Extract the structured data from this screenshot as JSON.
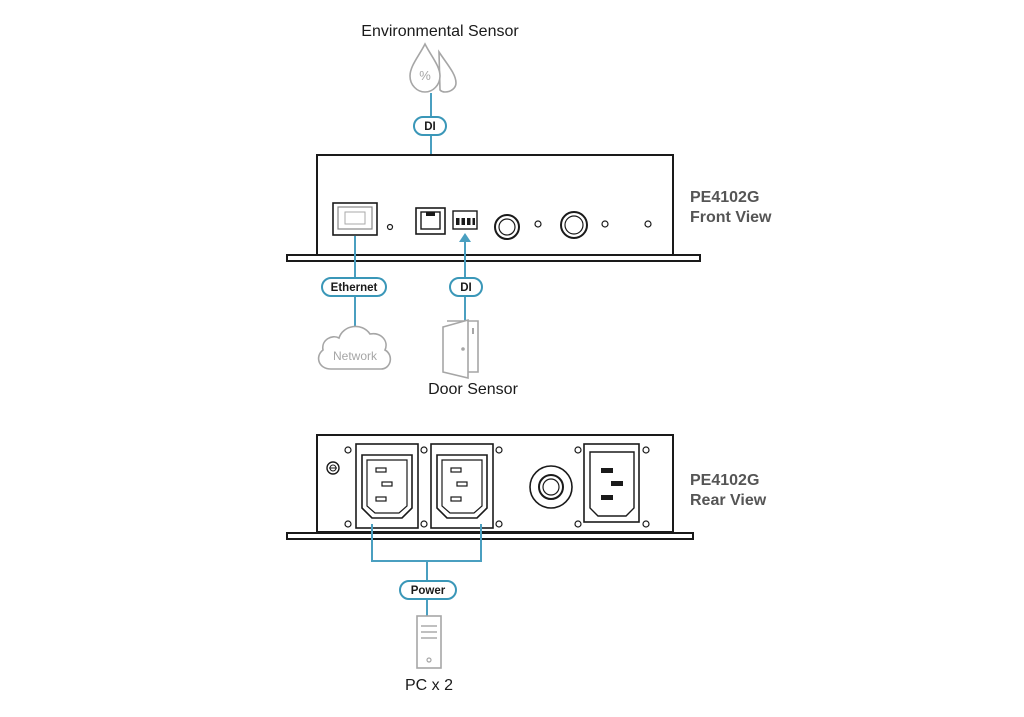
{
  "front_device": {
    "model": "PE4102G",
    "view": "Front View"
  },
  "rear_device": {
    "model": "PE4102G",
    "view": "Rear View"
  },
  "environmental_sensor": {
    "label": "Environmental Sensor",
    "icon": "humidity-drops-icon",
    "symbol": "%"
  },
  "door_sensor": {
    "label": "Door Sensor",
    "icon": "door-icon"
  },
  "network": {
    "label": "Network",
    "icon": "cloud-icon"
  },
  "pc": {
    "label": "PC x 2",
    "icon": "pc-tower-icon"
  },
  "connections": {
    "di_top": "DI",
    "di_bottom": "DI",
    "ethernet": "Ethernet",
    "power": "Power"
  },
  "colors": {
    "wire": "#4a9fc0",
    "device_outline": "#1a1a1a",
    "icon_grey": "#a6a6a6"
  }
}
